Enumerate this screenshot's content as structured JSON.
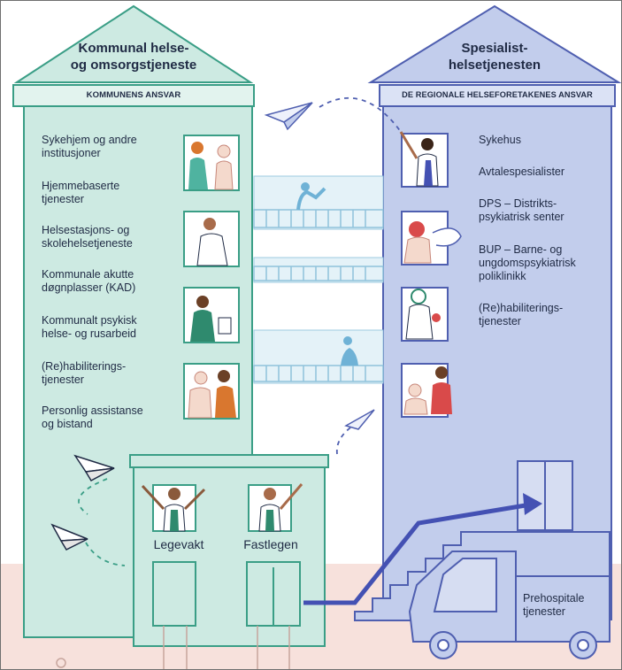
{
  "left_building": {
    "title": "Kommunal helse- og omsorgstjeneste",
    "title_line1": "Kommunal helse-",
    "title_line2": "og omsorgstjeneste",
    "band": "KOMMUNENS ANSVAR",
    "services": [
      "Sykehjem og andre institusjoner",
      "Hjemmebaserte tjenester",
      "Helsestasjons- og skolehelsetjeneste",
      "Kommunale akutte døgnplasser (KAD)",
      "Kommunalt psykisk helse- og rusarbeid",
      "(Re)habiliterings-tjenester",
      "Personlig assistanse og bistand"
    ],
    "services_lines": [
      [
        "Sykehjem og andre",
        "institusjoner"
      ],
      [
        "Hjemmebaserte",
        "tjenester"
      ],
      [
        "Helsestasjons- og",
        "skolehelsetjeneste"
      ],
      [
        "Kommunale akutte",
        "døgnplasser (KAD)"
      ],
      [
        "Kommunalt psykisk",
        "helse- og rusarbeid"
      ],
      [
        "(Re)habiliterings-",
        "tjenester"
      ],
      [
        "Personlig assistanse",
        "og bistand"
      ]
    ]
  },
  "right_building": {
    "title_line1": "Spesialist-",
    "title_line2": "helsetjenesten",
    "band": "DE REGIONALE HELSEFORETAKENES ANSVAR",
    "services_lines": [
      [
        "Sykehus"
      ],
      [
        "Avtalespesialister"
      ],
      [
        "DPS – Distrikts-",
        "psykiatrisk senter"
      ],
      [
        "BUP – Barne- og",
        "ungdomspsykiatrisk",
        "poliklinikk"
      ],
      [
        "(Re)habiliterings-",
        "tjenester"
      ]
    ]
  },
  "front_building": {
    "legevakt": "Legevakt",
    "fastlegen": "Fastlegen"
  },
  "ambulance": {
    "line1": "Prehospitale",
    "line2": "tjenester"
  },
  "colors": {
    "left_fill": "#cdeae2",
    "left_stroke": "#3a9e86",
    "right_fill": "#c2cdec",
    "right_stroke": "#4f5fb0",
    "arrow": "#4451b3",
    "ground": "#f7e1dc"
  }
}
